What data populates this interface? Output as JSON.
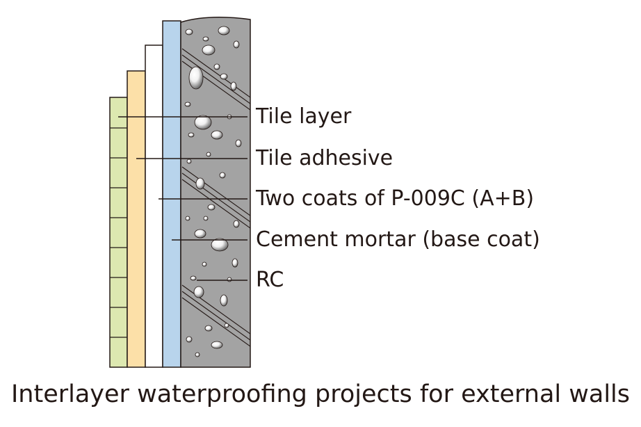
{
  "layers": [
    {
      "id": "tile",
      "label": "Tile layer",
      "color": "#dde8b0"
    },
    {
      "id": "adhesive",
      "label": "Tile adhesive",
      "color": "#fce0a8"
    },
    {
      "id": "coating",
      "label": "Two coats of P-009C (A+B)",
      "color": "#ffffff"
    },
    {
      "id": "mortar",
      "label": "Cement mortar (base coat)",
      "color": "#b8d4ec"
    },
    {
      "id": "rc",
      "label": "RC",
      "color": "#a3a3a3"
    }
  ],
  "caption": "Interlayer waterproofing projects for external walls"
}
